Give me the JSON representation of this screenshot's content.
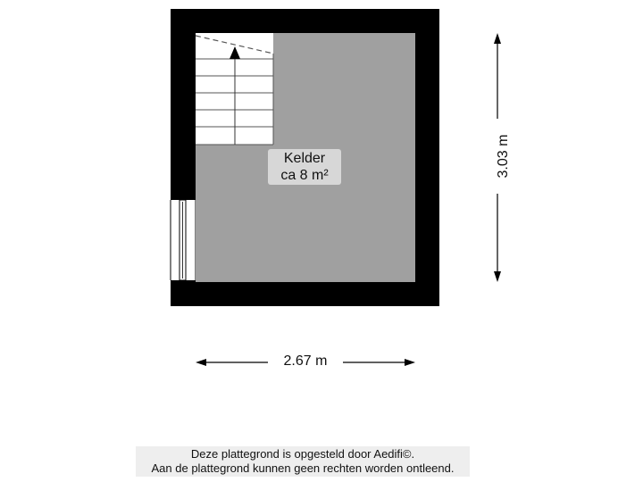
{
  "room": {
    "name": "Kelder",
    "area": "ca 8 m²",
    "fill_color": "#a0a0a0",
    "wall_color": "#000000"
  },
  "stairs": {
    "direction_icon": "arrow-up-icon"
  },
  "dimensions": {
    "width": "2.67 m",
    "height": "3.03 m"
  },
  "disclaimer": {
    "line1": "Deze plattegrond is opgesteld door Aedifi©.",
    "line2": "Aan de plattegrond kunnen geen rechten worden ontleend."
  }
}
